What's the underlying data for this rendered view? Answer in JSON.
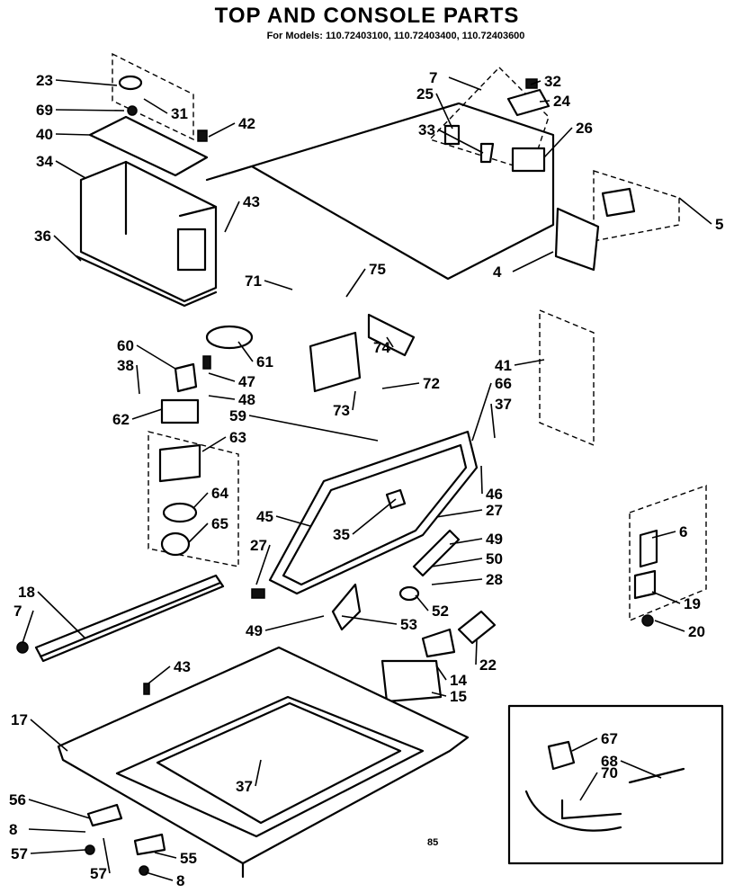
{
  "header": {
    "title": "TOP AND CONSOLE PARTS",
    "subtitle": "For Models: 110.72403100, 110.72403400, 110.72403600"
  },
  "footer": {
    "mark": "85"
  },
  "callouts": [
    {
      "id": "c23",
      "label": "23"
    },
    {
      "id": "c69",
      "label": "69"
    },
    {
      "id": "c40",
      "label": "40"
    },
    {
      "id": "c31",
      "label": "31"
    },
    {
      "id": "c42",
      "label": "42"
    },
    {
      "id": "c34",
      "label": "34"
    },
    {
      "id": "c43a",
      "label": "43"
    },
    {
      "id": "c36",
      "label": "36"
    },
    {
      "id": "c7a",
      "label": "7"
    },
    {
      "id": "c25",
      "label": "25"
    },
    {
      "id": "c32",
      "label": "32"
    },
    {
      "id": "c24",
      "label": "24"
    },
    {
      "id": "c33",
      "label": "33"
    },
    {
      "id": "c26",
      "label": "26"
    },
    {
      "id": "c5",
      "label": "5"
    },
    {
      "id": "c4",
      "label": "4"
    },
    {
      "id": "c75",
      "label": "75"
    },
    {
      "id": "c71",
      "label": "71"
    },
    {
      "id": "c60",
      "label": "60"
    },
    {
      "id": "c61",
      "label": "61"
    },
    {
      "id": "c38",
      "label": "38"
    },
    {
      "id": "c47",
      "label": "47"
    },
    {
      "id": "c74",
      "label": "74"
    },
    {
      "id": "c72",
      "label": "72"
    },
    {
      "id": "c73",
      "label": "73"
    },
    {
      "id": "c48",
      "label": "48"
    },
    {
      "id": "c62",
      "label": "62"
    },
    {
      "id": "c59",
      "label": "59"
    },
    {
      "id": "c41",
      "label": "41"
    },
    {
      "id": "c66",
      "label": "66"
    },
    {
      "id": "c37a",
      "label": "37"
    },
    {
      "id": "c63",
      "label": "63"
    },
    {
      "id": "c46",
      "label": "46"
    },
    {
      "id": "c64",
      "label": "64"
    },
    {
      "id": "c65",
      "label": "65"
    },
    {
      "id": "c45",
      "label": "45"
    },
    {
      "id": "c35",
      "label": "35"
    },
    {
      "id": "c27a",
      "label": "27"
    },
    {
      "id": "c49a",
      "label": "49"
    },
    {
      "id": "c27b",
      "label": "27"
    },
    {
      "id": "c50",
      "label": "50"
    },
    {
      "id": "c28",
      "label": "28"
    },
    {
      "id": "c6",
      "label": "6"
    },
    {
      "id": "c18",
      "label": "18"
    },
    {
      "id": "c7b",
      "label": "7"
    },
    {
      "id": "c52",
      "label": "52"
    },
    {
      "id": "c19",
      "label": "19"
    },
    {
      "id": "c49b",
      "label": "49"
    },
    {
      "id": "c53",
      "label": "53"
    },
    {
      "id": "c20",
      "label": "20"
    },
    {
      "id": "c22",
      "label": "22"
    },
    {
      "id": "c43b",
      "label": "43"
    },
    {
      "id": "c14",
      "label": "14"
    },
    {
      "id": "c15",
      "label": "15"
    },
    {
      "id": "c17",
      "label": "17"
    },
    {
      "id": "c67",
      "label": "67"
    },
    {
      "id": "c68",
      "label": "68"
    },
    {
      "id": "c37b",
      "label": "37"
    },
    {
      "id": "c70",
      "label": "70"
    },
    {
      "id": "c56",
      "label": "56"
    },
    {
      "id": "c8a",
      "label": "8"
    },
    {
      "id": "c57a",
      "label": "57"
    },
    {
      "id": "c57b",
      "label": "57"
    },
    {
      "id": "c55",
      "label": "55"
    },
    {
      "id": "c8b",
      "label": "8"
    }
  ]
}
